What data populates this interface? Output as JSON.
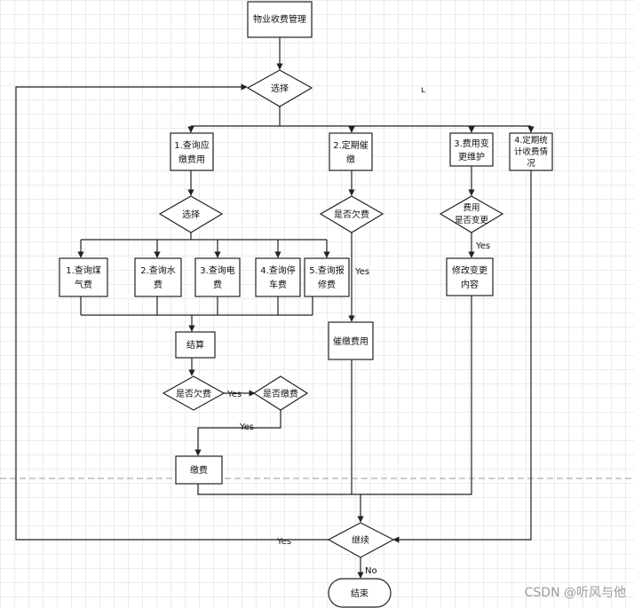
{
  "nodes": {
    "top": "物业收费管理",
    "select1": "选择",
    "q1a": "1.查询应",
    "q1b": "缴费用",
    "p2a": "2.定期催",
    "p2b": "缴",
    "f3a": "3.费用变",
    "f3b": "更维护",
    "s4a": "4.定期统",
    "s4b": "计收费情",
    "s4c": "况",
    "select2": "选择",
    "d1": "是否欠费",
    "d2a": "费用",
    "d2b": "是否变更",
    "gasA": "1.查询煤",
    "gasB": "气费",
    "waterA": "2.查询水",
    "waterB": "费",
    "elecA": "3.查询电",
    "elecB": "费",
    "parkA": "4.查询停",
    "parkB": "车费",
    "repairA": "5.查询报",
    "repairB": "修费",
    "modifyA": "修改变更",
    "modifyB": "内容",
    "settle": "结算",
    "remind": "催缴费用",
    "d3": "是否欠费",
    "d4": "是否缴费",
    "pay": "缴费",
    "cont": "继续",
    "end": "结束"
  },
  "labels": {
    "yes1": "Yes",
    "yes2": "Yes",
    "yes3": "Yes",
    "yes4": "Yes",
    "yes5": "Yes",
    "no": "No"
  },
  "watermark": "CSDN @听风与他",
  "cursor": "ʟ"
}
